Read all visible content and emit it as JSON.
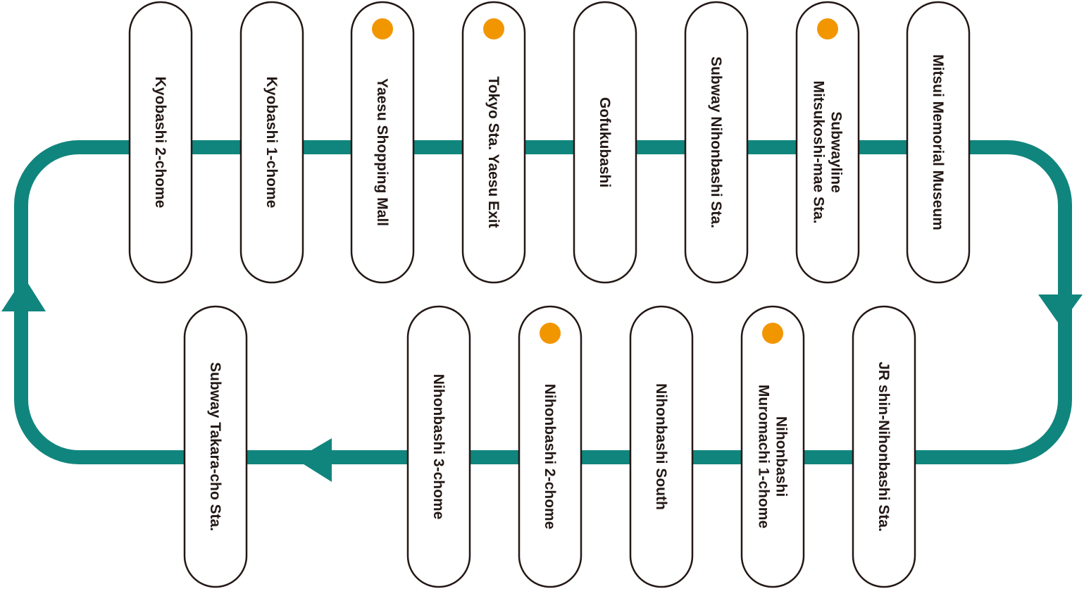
{
  "route": {
    "colors": {
      "line": "#10857d",
      "stop_fill": "#ffffff",
      "stop_border": "#231815",
      "marker": "#f29600",
      "text": "#231815"
    },
    "direction": "clockwise",
    "top_row": [
      {
        "lines": [
          "Kyobashi 2-chome"
        ],
        "marker": false
      },
      {
        "lines": [
          "Kyobashi 1-chome"
        ],
        "marker": false
      },
      {
        "lines": [
          "Yaesu Shopping Mall"
        ],
        "marker": true
      },
      {
        "lines": [
          "Tokyo Sta. Yaesu Exit"
        ],
        "marker": true
      },
      {
        "lines": [
          "Gofukubashi"
        ],
        "marker": false
      },
      {
        "lines": [
          "Subway Nihonbashi Sta."
        ],
        "marker": false
      },
      {
        "lines": [
          "Subwayline",
          "Mitsukoshi-mae Sta."
        ],
        "marker": true
      },
      {
        "lines": [
          "Mitsui Memorial Museum"
        ],
        "marker": false
      }
    ],
    "bottom_row": [
      {
        "lines": [
          "Subway Takara-cho Sta."
        ],
        "marker": false
      },
      {
        "lines": [
          "Nihonbashi 3-chome"
        ],
        "marker": false
      },
      {
        "lines": [
          "Nihonbashi 2-chome"
        ],
        "marker": true
      },
      {
        "lines": [
          "Nihonbashi South"
        ],
        "marker": false
      },
      {
        "lines": [
          "Nihonbashi",
          "Muromachi 1-chome"
        ],
        "marker": true
      },
      {
        "lines": [
          "JR shin-Nihonbashi Sta."
        ],
        "marker": false
      }
    ]
  }
}
